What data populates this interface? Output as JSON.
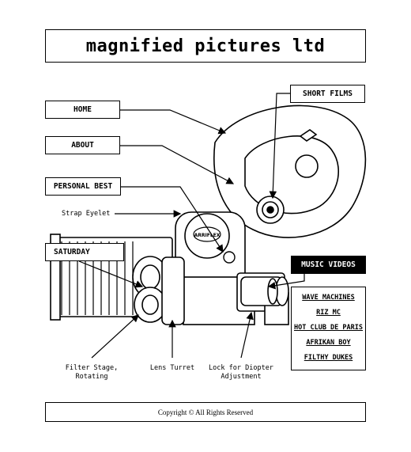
{
  "site": {
    "title": "magnified pictures ltd"
  },
  "nav": {
    "home": "HOME",
    "about": "ABOUT",
    "personal_best": "PERSONAL BEST",
    "saturday": "SATURDAY",
    "short_films": "SHORT FILMS"
  },
  "music_videos": {
    "header": "MUSIC VIDEOS",
    "items": [
      "WAVE MACHINES",
      "RIZ MC",
      "HOT CLUB DE PARIS",
      "AFRIKAN BOY",
      "FILTHY DUKES"
    ]
  },
  "labels": {
    "strap": "Strap Eyelet",
    "filter": "Filter Stage, Rotating",
    "lens": "Lens Turret",
    "lock": "Lock for Diopter Adjustment",
    "badge": "ARRIFLEX"
  },
  "footer": {
    "copyright": "Copyright © All Rights Reserved"
  }
}
